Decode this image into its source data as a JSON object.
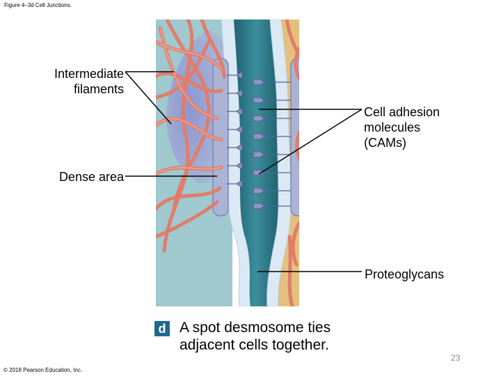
{
  "figure_title": "Figure 4–3d Cell Junctions.",
  "labels": {
    "intermediate_filaments": "Intermediate\nfilaments",
    "cell_adhesion_molecules": "Cell adhesion\nmolecules\n(CAMs)",
    "dense_area": "Dense area",
    "proteoglycans": "Proteoglycans"
  },
  "caption": {
    "badge": "d",
    "text": "A spot desmosome ties\nadjacent cells together."
  },
  "footer": {
    "copyright": "© 2018 Pearson Education, Inc.",
    "page_number": "23"
  },
  "colors": {
    "left_cell": "#9fc8cf",
    "right_cell": "#e4c07c",
    "membrane": "#dbe9f4",
    "intercellular_space": "#2d7a8a",
    "filament": "#e07d6a",
    "plaque": "#aab3d4",
    "badge": "#1c6a8f"
  }
}
